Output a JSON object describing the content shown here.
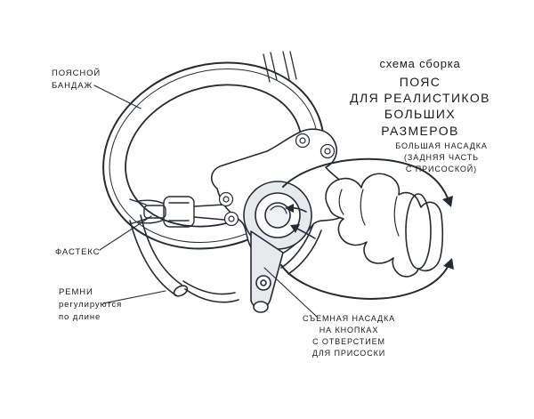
{
  "title": {
    "subtitle": "схема сборка",
    "main": "ПОЯС\nДЛЯ РЕАЛИСТИКОВ\nБОЛЬШИХ РАЗМЕРОВ"
  },
  "labels": {
    "waist_band": "ПОЯСНОЙ\nБАНДАЖ",
    "big_attachment": "БОЛЬШАЯ НАСАДКА\n(ЗАДНЯЯ ЧАСТЬ\nС ПРИСОСКОЙ)",
    "fastex": "ФАСТЕКС",
    "straps": "РЕМНИ\nрегулируются\nпо длине",
    "removable_attachment": "СЪЕМНАЯ НАСАДКА\nНА КНОПКАХ\nС ОТВЕРСТИЕМ\nДЛЯ ПРИСОСКИ"
  },
  "colors": {
    "line": "#262a33",
    "text": "#171a20",
    "fill_light": "#e7e9ed",
    "background": "#ffffff"
  },
  "diagram": {
    "parts": [
      "waist-band",
      "fastex-buckle",
      "adjustable-straps",
      "mounting-plate",
      "o-ring-gasket",
      "snap-flap",
      "big-attachment-with-suction-cup"
    ]
  }
}
